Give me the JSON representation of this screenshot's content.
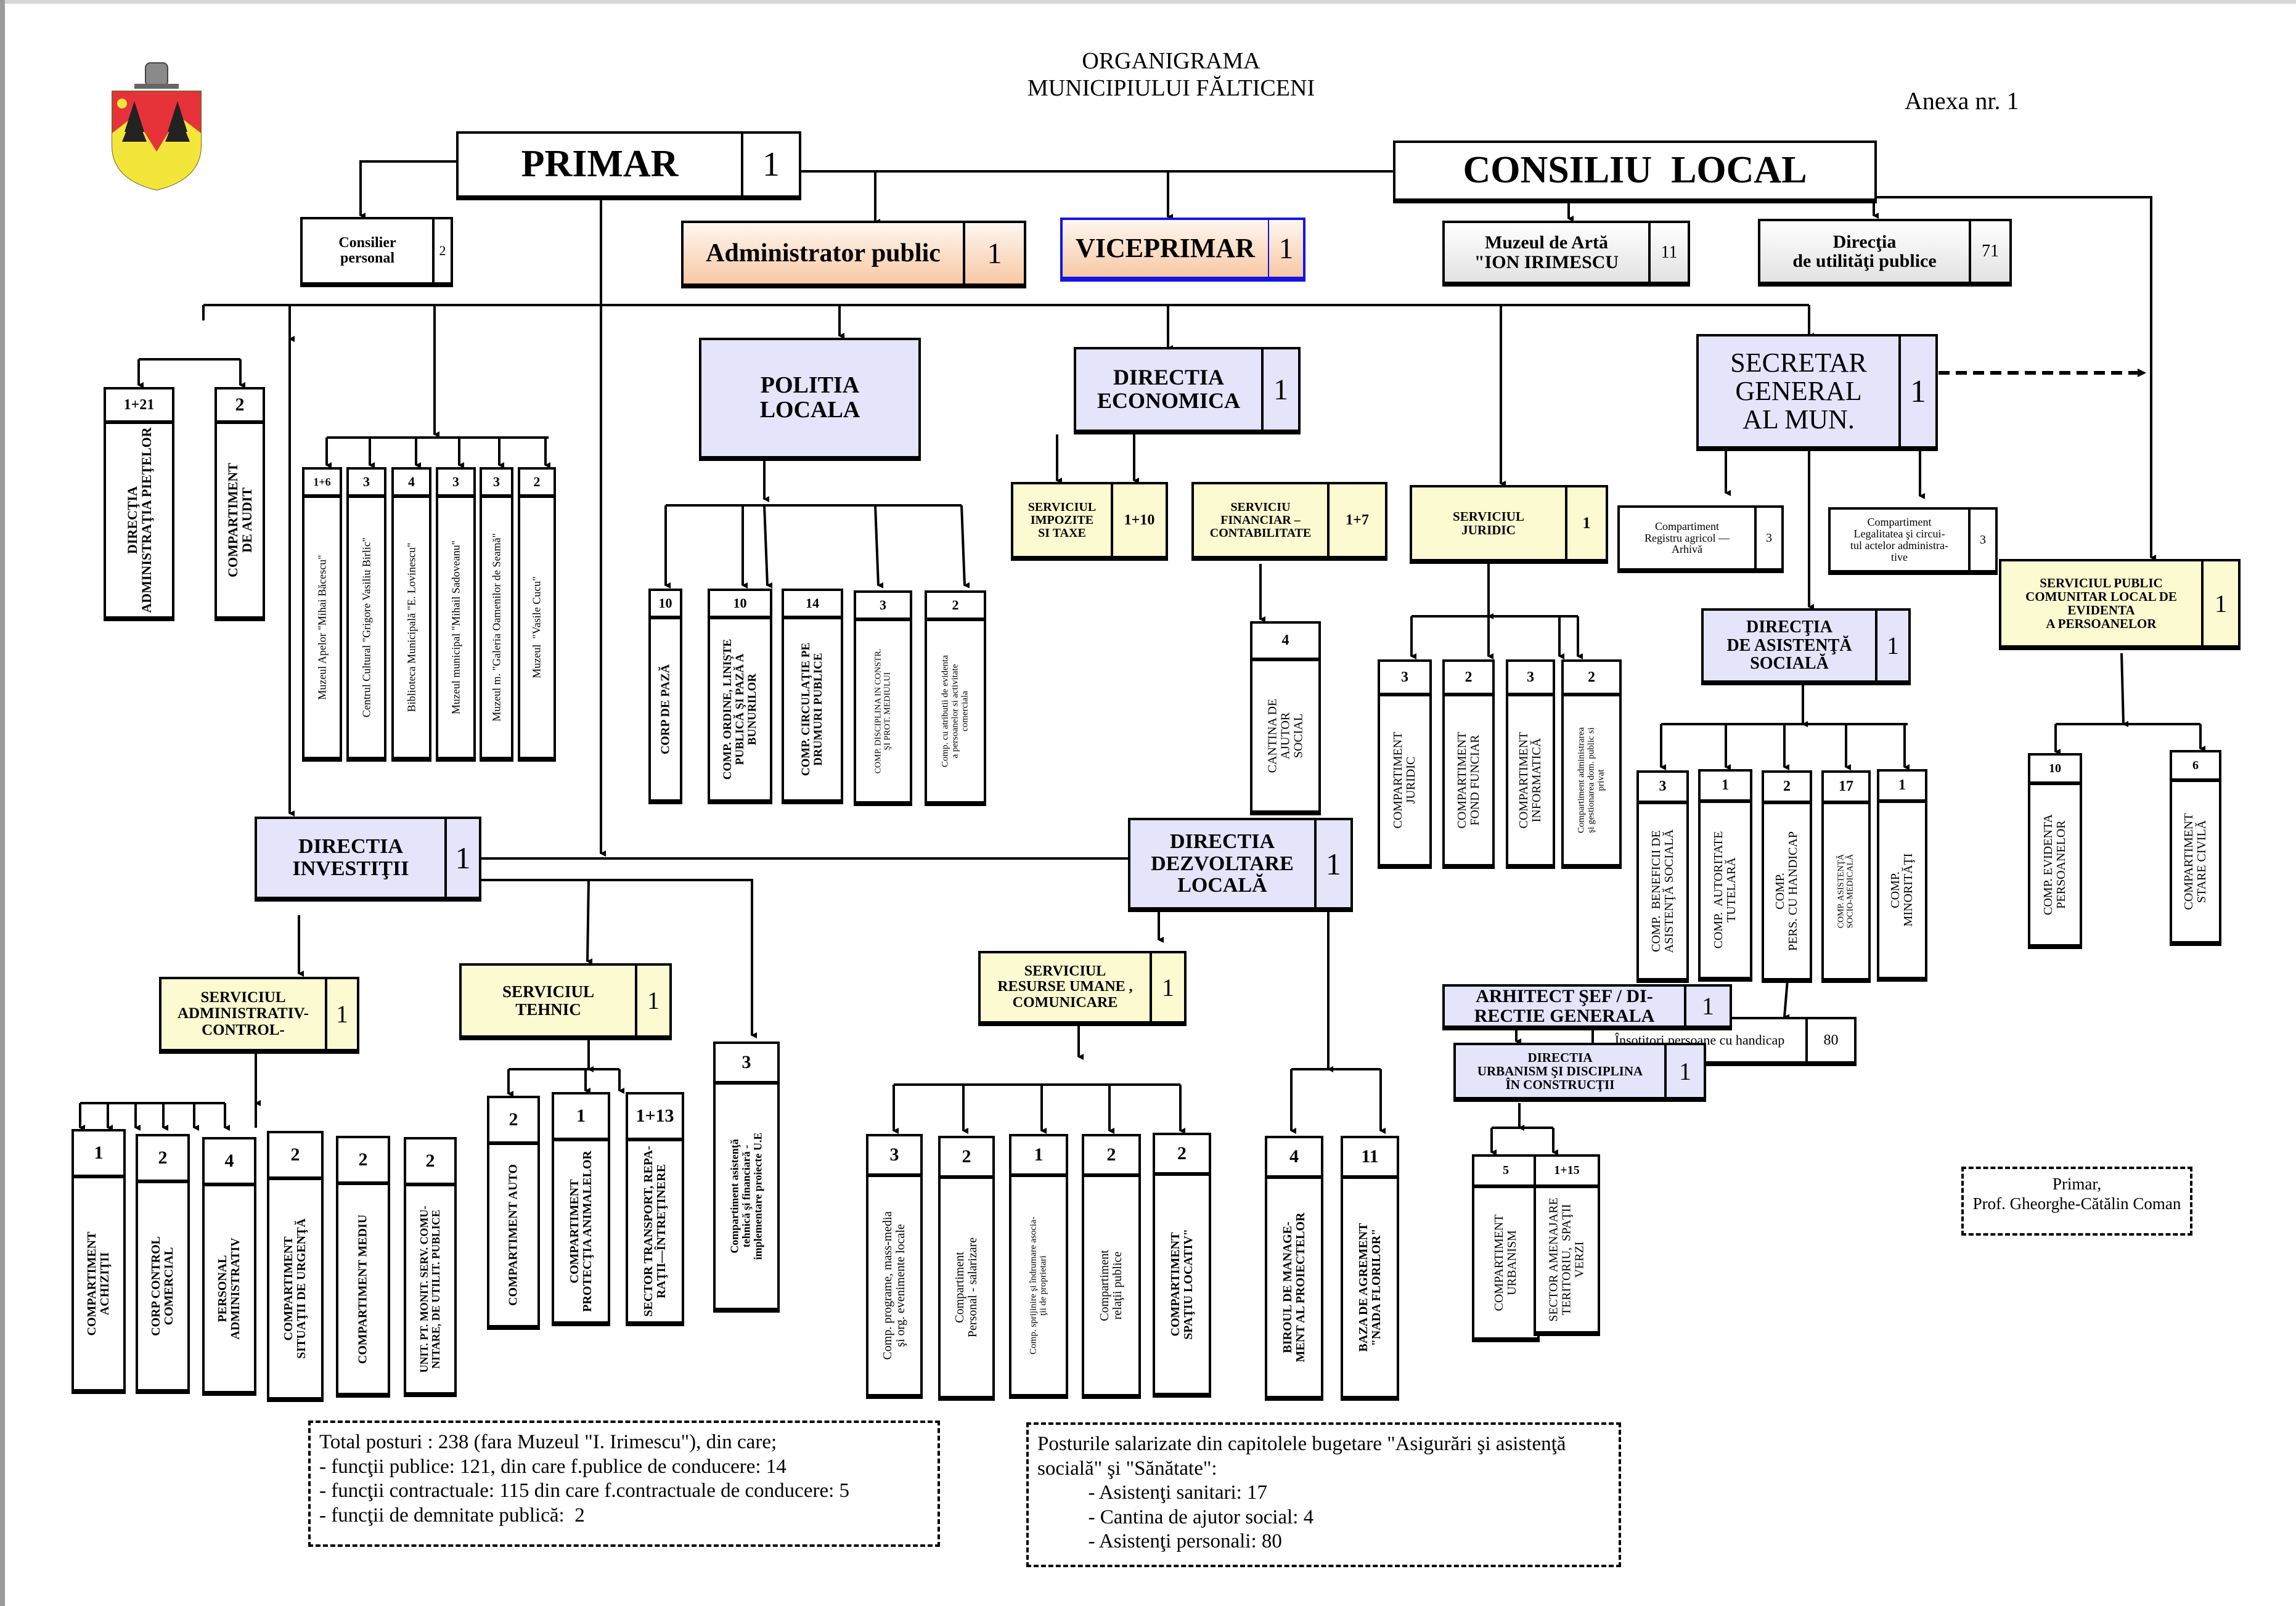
{
  "header": {
    "title_line1": "ORGANIGRAMA",
    "title_line2": "MUNICIPIULUI FĂLTICENI",
    "annex": "Anexa nr. 1",
    "logo": "falticeni-coat-of-arms-icon"
  },
  "top": {
    "primar": {
      "label": "PRIMAR",
      "count": "1"
    },
    "consiliu": {
      "label": "CONSILIU  LOCAL"
    },
    "consilier": {
      "label": "Consilier\npersonal",
      "count": "2"
    },
    "administrator": {
      "label": "Administrator public",
      "count": "1"
    },
    "viceprimar": {
      "label": "VICEPRIMAR",
      "count": "1"
    },
    "muzeu_arta": {
      "label": "Muzeul de Artă\n\"ION IRIMESCU",
      "count": "11"
    },
    "utilitati": {
      "label": "Direcţia\nde utilităţi publice",
      "count": "71"
    }
  },
  "left_units": [
    {
      "label": "DIRECŢIA\nADMINISTRAŢIA PIEŢELOR",
      "count": "1+21"
    },
    {
      "label": "COMPARTIMENT\nDE AUDIT",
      "count": "2"
    }
  ],
  "culture_units": [
    {
      "label": "Muzeul Apelor \"Mihai Băcescu\"",
      "count": "1+6"
    },
    {
      "label": "Centrul Cultural \"Grigore Vasiliu Birlic\"",
      "count": "3"
    },
    {
      "label": "Biblioteca Municipală \"E. Lovinescu\"",
      "count": "4"
    },
    {
      "label": "Muzeul municipal \"Mihail Sadoveanu\"",
      "count": "3"
    },
    {
      "label": "Muzeul m. \"Galeria Oamenilor de Seamă\"",
      "count": "3"
    },
    {
      "label": "Muzeul  \"Vasile Cucu\"",
      "count": "2"
    }
  ],
  "politia": {
    "label": "POLITIA\nLOCALA",
    "units": [
      {
        "label": "CORP DE PAZĂ",
        "count": "10"
      },
      {
        "label": "COMP. ORDINE, LINIŞTE\nPUBLICĂ ŞI PAZĂ A\nBUNURILOR",
        "count": "10"
      },
      {
        "label": "COMP. CIRCULAŢIE PE\nDRUMURI PUBLICE",
        "count": "14"
      },
      {
        "label": "COMP. DISCIPLINA IN CONSTR.\nŞI PROT. MEDIULUI",
        "count": "3"
      },
      {
        "label": "Comp. cu atributii de evidenta\na persoanelor si activitate\ncomerciala",
        "count": "2"
      }
    ]
  },
  "economica": {
    "label": "DIRECTIA\nECONOMICA",
    "count": "1",
    "impozite": {
      "label": "SERVICIUL\nIMPOZITE\nSI TAXE",
      "count": "1+10"
    },
    "financiar": {
      "label": "SERVICIU\nFINANCIAR –\nCONTABILITATE",
      "count": "1+7"
    },
    "cantina": {
      "label": "CANTINA DE\nAJUTOR\nSOCIAL",
      "count": "4"
    }
  },
  "juridic": {
    "label": "SERVICIUL\nJURIDIC",
    "count": "1",
    "units": [
      {
        "label": "COMPARTIMENT\nJURIDIC",
        "count": "3"
      },
      {
        "label": "COMPARTIMENT\nFOND FUNCIAR",
        "count": "2"
      },
      {
        "label": "COMPARTIMENT\nINFORMATICĂ",
        "count": "3"
      },
      {
        "label": "Compartiment administrarea\nşi gestionarea dom. public si\nprivat",
        "count": "2"
      }
    ]
  },
  "secretar": {
    "label": "SECRETAR\nGENERAL\nAL MUN.",
    "count": "1",
    "registru": {
      "label": "Compartiment\nRegistru agricol —\nArhivă",
      "count": "3"
    },
    "legalitate": {
      "label": "Compartiment\nLegalitatea şi circui-\ntul actelor administra-\ntive",
      "count": "3"
    }
  },
  "evidenta": {
    "label": "SERVICIUL PUBLIC\nCOMUNITAR LOCAL DE\nEVIDENTA\nA PERSOANELOR",
    "count": "1",
    "units": [
      {
        "label": "COMP. EVIDENTA\nPERSOANELOR",
        "count": "10"
      },
      {
        "label": "COMPARTIMENT\nSTARE CIVILĂ",
        "count": "6"
      }
    ]
  },
  "asistenta": {
    "label": "DIRECŢIA\nDE ASISTENŢĂ\nSOCIALĂ",
    "count": "1",
    "units": [
      {
        "label": "COMP.  BENEFICII DE\nASISTENŢĂ SOCIALĂ",
        "count": "3"
      },
      {
        "label": "COMP.  AUTORITATE\nTUTELARĂ",
        "count": "1"
      },
      {
        "label": "COMP.\nPERS. CU HANDICAP",
        "count": "2"
      },
      {
        "label": "COMP. ASISTENŢĂ\nSOCIO-MEDICALĂ",
        "count": "17"
      },
      {
        "label": "COMP.\nMINORITĂŢI",
        "count": "1"
      }
    ],
    "insotitori": {
      "label": "Însoţitori persoane cu handicap",
      "count": "80"
    }
  },
  "arhitect": {
    "label": "ARHITECT ŞEF / DI-\nRECTIE GENERALA",
    "count": "1",
    "urbanism": {
      "label": "DIRECTIA\nURBANISM ŞI DISCIPLINA\nÎN CONSTRUCŢII",
      "count": "1"
    },
    "units": [
      {
        "label": "COMPARTIMENT\nURBANISM",
        "count": "5"
      },
      {
        "label": "SECTOR AMENAJARE\nTERITORIU,  SPAŢII\nVERZI",
        "count": "1+15"
      }
    ]
  },
  "investitii": {
    "label": "DIRECTIA\nINVESTIŢII",
    "count": "1",
    "admin_control": {
      "label": "SERVICIUL\nADMINISTRATIV-\nCONTROL-",
      "count": "1"
    },
    "admin_units": [
      {
        "label": "COMPARTIMENT\nACHIZIŢII",
        "count": "1"
      },
      {
        "label": "CORP CONTROL\nCOMERCIAL",
        "count": "2"
      },
      {
        "label": "PERSONAL\nADMINISTRATIV",
        "count": "4"
      },
      {
        "label": "COMPARTIMENT\nSITUAŢII DE URGENŢĂ",
        "count": "2"
      },
      {
        "label": "COMPARTIMENT MEDIU",
        "count": "2"
      },
      {
        "label": "UNIT. PT. MONIT. SERV. COMU-\nNITARE, DE UTILIT. PUBLICE",
        "count": "2"
      }
    ],
    "tehnic": {
      "label": "SERVICIUL\nTEHNIC",
      "count": "1"
    },
    "tehnic_units": [
      {
        "label": "COMPARTIMENT AUTO",
        "count": "2"
      },
      {
        "label": "COMPARTIMENT\nPROTECŢIA ANIMALELOR",
        "count": "1"
      },
      {
        "label": "SECTOR TRANSPORT, REPA-\nRAŢII—ÎNTREŢINERE",
        "count": "1+13"
      }
    ],
    "asistenta_ue": {
      "label": "Compartiment asistenţă\ntehnică şi financiară -\nimplementare proiecte U.E",
      "count": "3"
    }
  },
  "dezvoltare": {
    "label": "DIRECTIA\nDEZVOLTARE\nLOCALĂ",
    "count": "1",
    "resurse": {
      "label": "SERVICIUL\nRESURSE UMANE ,\nCOMUNICARE",
      "count": "1"
    },
    "resurse_units": [
      {
        "label": "Comp. programe, mass-media\nşi org. evenimente locale",
        "count": "3"
      },
      {
        "label": "Compartiment\nPersonal - salarizare",
        "count": "2"
      },
      {
        "label": "Comp. sprijinire şi îndrumare asocia-\nţii de proprietari",
        "count": "1"
      },
      {
        "label": "Compartiment\nrelaţii publice",
        "count": "2"
      },
      {
        "label": "COMPARTIMENT\nSPAŢIU LOCATIV\"",
        "count": "2"
      }
    ],
    "other_units": [
      {
        "label": "BIROUL DE MANAGE-\nMENT AL PROIECTELOR",
        "count": "4"
      },
      {
        "label": "BAZA DE AGREMENT\n\"NADA FLORILOR\"",
        "count": "11"
      }
    ]
  },
  "notes": {
    "totals": "Total posturi : 238 (fara Muzeul \"I. Irimescu\"), din care;\n- funcţii publice: 121, din care f.publice de conducere: 14\n- funcţii contractuale: 115 din care f.contractuale de conducere: 5\n- funcţii de demnitate publică:  2",
    "budget": "Posturile salarizate din capitolele bugetare \"Asigurări şi asistenţă\nsocială\" şi \"Sănătate\":\n          - Asistenţi sanitari: 17\n          - Cantina de ajutor social: 4\n          - Asistenţi personali: 80",
    "signature": "Primar,\nProf. Gheorghe-Cătălin Coman"
  },
  "colors": {
    "lavender": "#e4e4fa",
    "yellow": "#fbfad0",
    "peach": "#f8c8a4",
    "viceprimar_border": "#1414e6",
    "coat_red": "#e8323a",
    "coat_yellow": "#f2e63a"
  }
}
